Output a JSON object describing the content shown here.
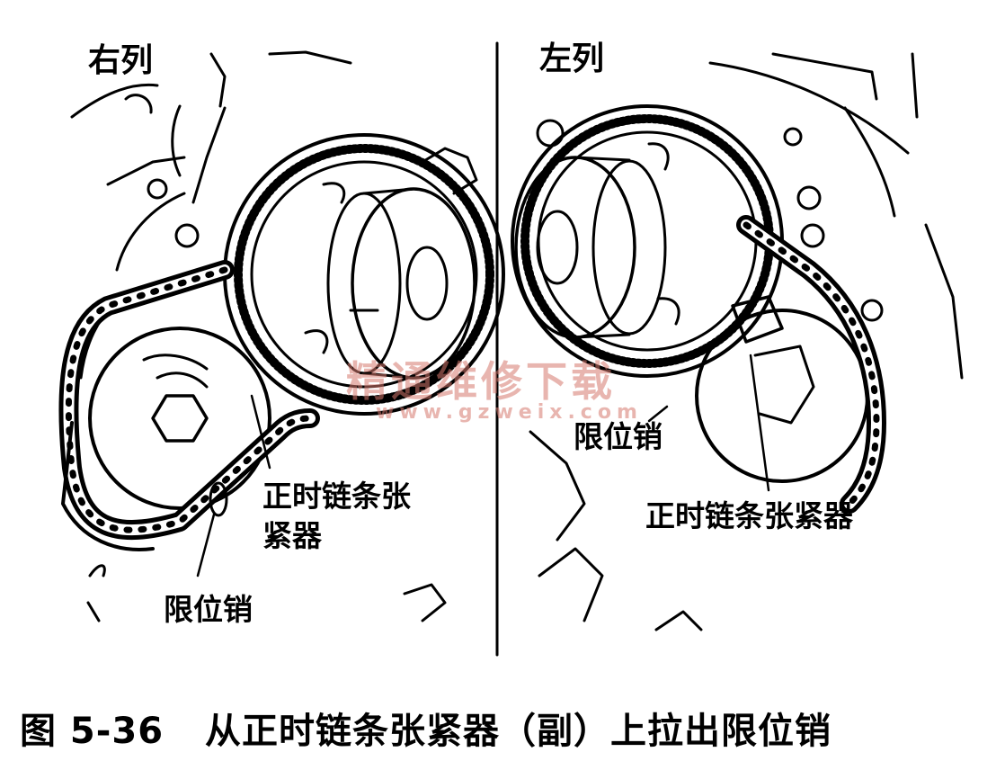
{
  "figure": {
    "left_panel": {
      "title": "右列",
      "callouts": {
        "tensioner": [
          "正时链条张",
          "紧器"
        ],
        "pin": "限位销"
      }
    },
    "right_panel": {
      "title": "左列",
      "callouts": {
        "pin": "限位销",
        "tensioner": "正时链条张紧器"
      }
    },
    "watermark": {
      "text": "精通维修下载",
      "url": "www.gzweix.com",
      "color": "#d6786e"
    }
  },
  "caption": {
    "number": "图 5-36",
    "text": "从正时链条张紧器（副）上拉出限位销"
  }
}
